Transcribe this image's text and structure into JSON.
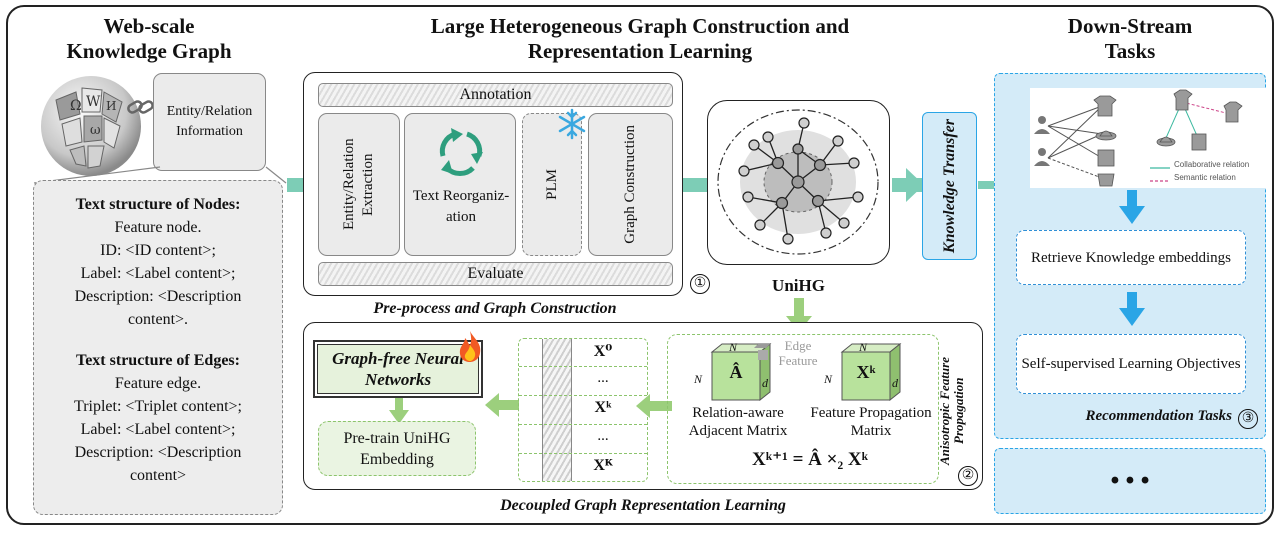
{
  "left": {
    "title_line1": "Web-scale",
    "title_line2": "Knowledge Graph",
    "entity_info": "Entity/Relation Information",
    "nodes_heading": "Text structure of Nodes:",
    "nodes_lines": [
      "Feature node.",
      "ID: <ID content>;",
      "Label: <Label content>;",
      "Description: <Description",
      "content>."
    ],
    "edges_heading": "Text structure of Edges:",
    "edges_lines": [
      "Feature edge.",
      "Triplet: <Triplet content>;",
      "Label: <Label content>;",
      "Description: <Description",
      "content>"
    ]
  },
  "middle": {
    "title_line1": "Large Heterogeneous Graph Construction and",
    "title_line2": "Representation Learning",
    "annotation": "Annotation",
    "entity_extraction": "Entity/Relation Extraction",
    "text_reorg": "Text Reorganiz- ation",
    "plm": "PLM",
    "graph_construction": "Graph Construction",
    "evaluate": "Evaluate",
    "step1": "①",
    "preprocess_caption": "Pre-process and Graph Construction",
    "unihg": "UniHG",
    "knowledge_transfer": "Knowledge Transfer",
    "graph_free_nn": "Graph-free Neural Networks",
    "pretrain": "Pre-train UniHG Embedding",
    "x_labels": [
      "X⁰",
      "...",
      "Xᵏ",
      "...",
      "Xᴷ"
    ],
    "cube_a_label": "Â",
    "cube_x_label": "Xᵏ",
    "cube_n": "N",
    "cube_d": "d",
    "edge_feature": "Edge Feature",
    "relation_aware": "Relation-aware Adjacent Matrix",
    "feature_prop": "Feature Propagation Matrix",
    "formula": "Xᵏ⁺¹ = Â  ×₂  Xᵏ",
    "anisotropic": "Anisotropic Feature Propagation",
    "step2": "②",
    "decoupled_caption": "Decoupled Graph Representation Learning"
  },
  "right": {
    "title_line1": "Down-Stream",
    "title_line2": "Tasks",
    "legend_collab": "Collaborative relation",
    "legend_semantic": "Semantic relation",
    "retrieve": "Retrieve Knowledge embeddings",
    "selfsup": "Self-supervised Learning Objectives",
    "rec_tasks": "Recommendation Tasks",
    "step3": "③",
    "ellipsis": "• • •"
  },
  "colors": {
    "teal": "#7dcdb6",
    "green": "#9ccf7d",
    "blue": "#2aa5e6",
    "light_blue": "#d4ebf8"
  }
}
